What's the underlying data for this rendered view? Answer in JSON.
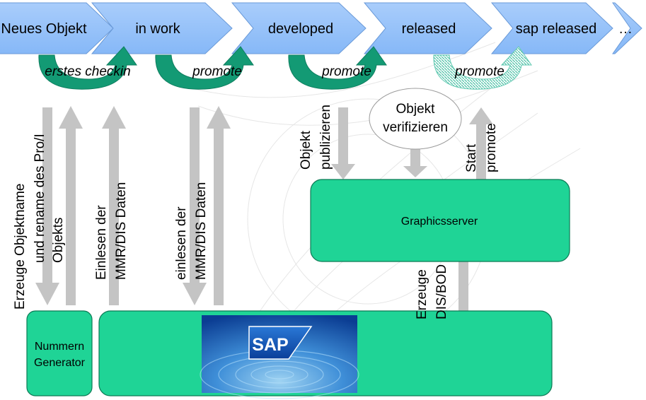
{
  "process_steps": [
    {
      "label": "Neues Objekt"
    },
    {
      "label": "in work"
    },
    {
      "label": "developed"
    },
    {
      "label": "released"
    },
    {
      "label": "sap released"
    },
    {
      "label": "…"
    }
  ],
  "transitions": [
    {
      "label": "erstes checkin",
      "style": "solid"
    },
    {
      "label": "promote",
      "style": "solid"
    },
    {
      "label": "promote",
      "style": "solid"
    },
    {
      "label": "promote",
      "style": "hatched"
    }
  ],
  "flow_labels": {
    "create_object_line1": "Erzeuge Objektname",
    "create_object_line2": "und rename des Pro/I",
    "create_object_line3": "Objekts",
    "read_mmr_1_line1": "Einlesen der",
    "read_mmr_1_line2": "MMR/DIS Daten",
    "read_mmr_2_line1": "einlesen der",
    "read_mmr_2_line2": "MMR/DIS Daten",
    "publish_line1": "Objekt",
    "publish_line2": "publizieren",
    "start_promote_line1": "Start",
    "start_promote_line2": "promote",
    "create_dis_line1": "Erzeuge",
    "create_dis_line2": "DIS/BOD"
  },
  "verify": {
    "line1": "Objekt",
    "line2": "verifizieren"
  },
  "graphicsserver": {
    "label": "Graphicsserver"
  },
  "number_generator": {
    "line1": "Nummern",
    "line2": "Generator"
  },
  "sap": {
    "logo_text": "SAP"
  },
  "colors": {
    "chevron_fill": "#8fbefa",
    "box_fill": "#1fd496",
    "loop_arrow": "#139a74",
    "gray_arrow": "#c4c4c4"
  }
}
